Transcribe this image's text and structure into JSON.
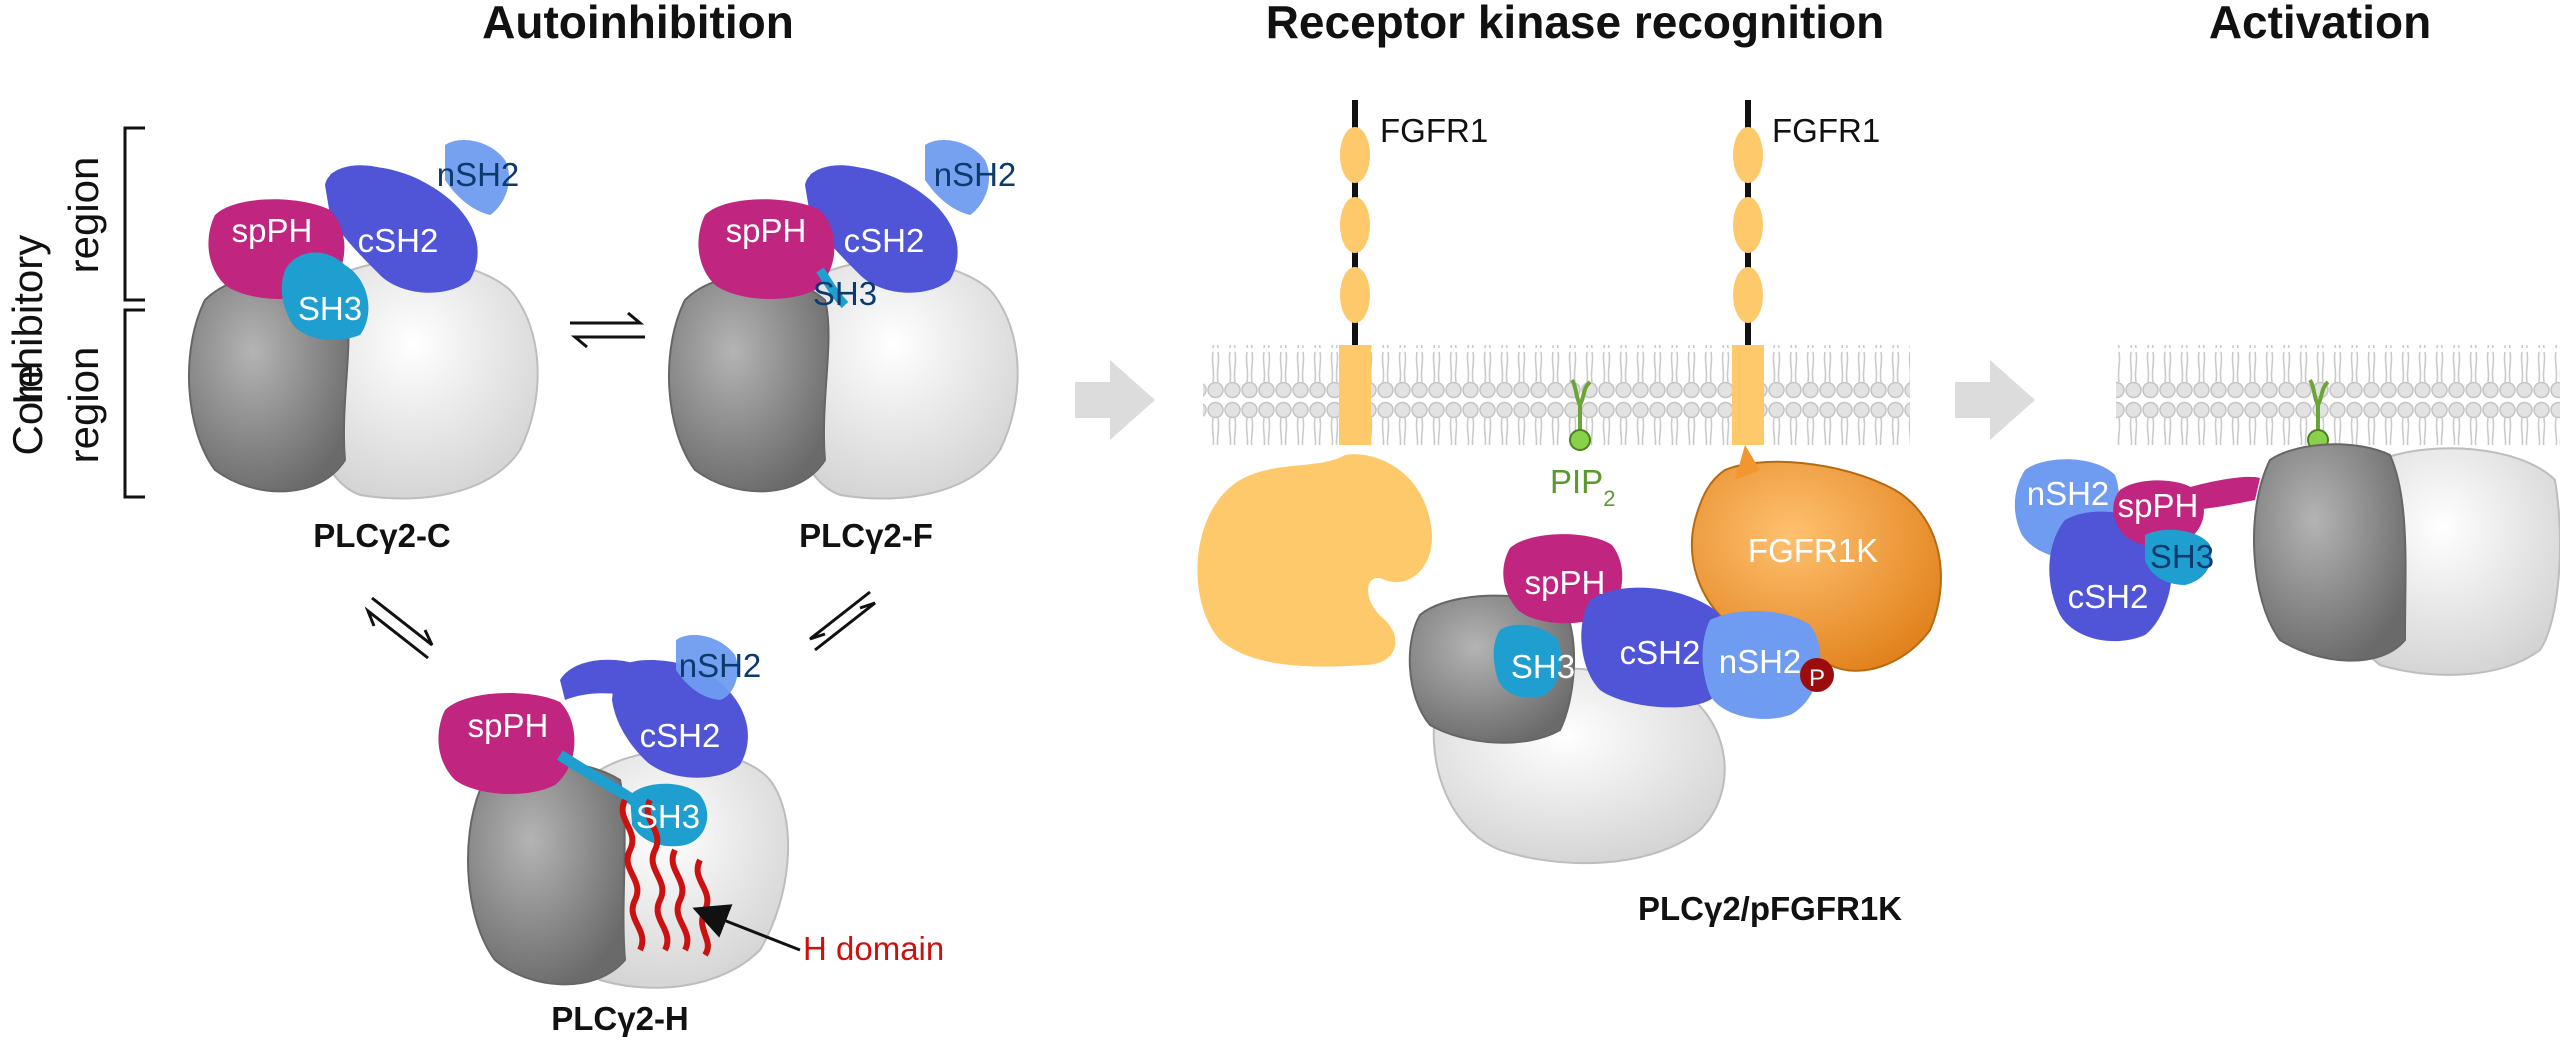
{
  "panels": {
    "autoinhibition": {
      "title": "Autoinhibition"
    },
    "recognition": {
      "title": "Receptor kinase recognition"
    },
    "activation": {
      "title": "Activation"
    }
  },
  "regions": {
    "inhibitory_line1": "Inhibitory",
    "inhibitory_line2": "region",
    "core_line1": "Core",
    "core_line2": "region"
  },
  "domains": {
    "spPH": "spPH",
    "cSH2": "cSH2",
    "nSH2": "nSH2",
    "SH3": "SH3",
    "FGFR1K": "FGFR1K",
    "phospho": "P",
    "h_domain": "H domain"
  },
  "receptor": {
    "name": "FGFR1"
  },
  "lipid": {
    "name": "PIP",
    "subscript": "2"
  },
  "captions": {
    "plc_c": "PLCγ2-C",
    "plc_f": "PLCγ2-F",
    "plc_h": "PLCγ2-H",
    "complex": "PLCγ2/pFGFR1K"
  },
  "colors": {
    "spPH": "#c0267f",
    "cSH2": "#4f55d6",
    "nSH2": "#6f9cf0",
    "SH3": "#1f9fcf",
    "core_dark": "#888888",
    "core_light": "#ececec",
    "receptor": "#fdc96a",
    "kinase": "#f2962e",
    "h_domain": "#cc1111",
    "pip2": "#6aa536",
    "membrane": "#d8d8d8",
    "arrow": "#dcdcdc"
  },
  "icons": {
    "equilibrium": "equilibrium-arrows-icon",
    "process_arrow": "block-arrow-right-icon",
    "pointer": "arrow-pointer-icon"
  }
}
